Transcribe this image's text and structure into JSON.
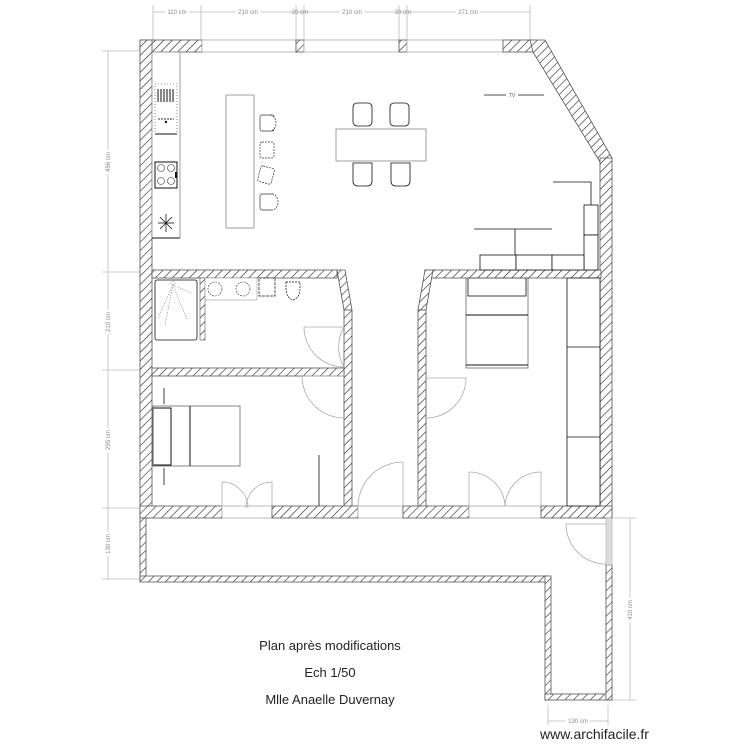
{
  "plan": {
    "title": "Plan après modifications",
    "scale": "Ech 1/50",
    "owner": "Mlle Anaelle Duvernay",
    "watermark": "www.archifacile.fr",
    "tv_label": "TV",
    "colors": {
      "wall_hatch": "#222222",
      "line": "#111111",
      "dimension": "#999999",
      "door": "#aaaaaa"
    }
  },
  "dimensions": {
    "top": [
      "110 cm",
      "210 cm",
      "20 cm",
      "210 cm",
      "20 cm",
      "271 cm"
    ],
    "left": [
      "456 cm",
      "210 cm",
      "295 cm",
      "130 cm"
    ],
    "right": [
      "410 cm"
    ],
    "bottom": [
      "130 cm"
    ]
  },
  "rooms": [
    {
      "id": "living-kitchen",
      "items": [
        "kitchen-counter",
        "sink",
        "cooktop",
        "fridge",
        "kitchen-island",
        "bar-stools",
        "dining-table",
        "dining-chairs",
        "tv",
        "sofa"
      ]
    },
    {
      "id": "bathroom",
      "items": [
        "shower",
        "double-sink",
        "cabinet",
        "toilet"
      ]
    },
    {
      "id": "bedroom-1",
      "items": [
        "bed",
        "desk",
        "french-window"
      ]
    },
    {
      "id": "bedroom-2",
      "items": [
        "bed",
        "wardrobe",
        "french-window"
      ]
    },
    {
      "id": "hallway",
      "items": []
    },
    {
      "id": "balcony",
      "items": [
        "door"
      ]
    }
  ]
}
